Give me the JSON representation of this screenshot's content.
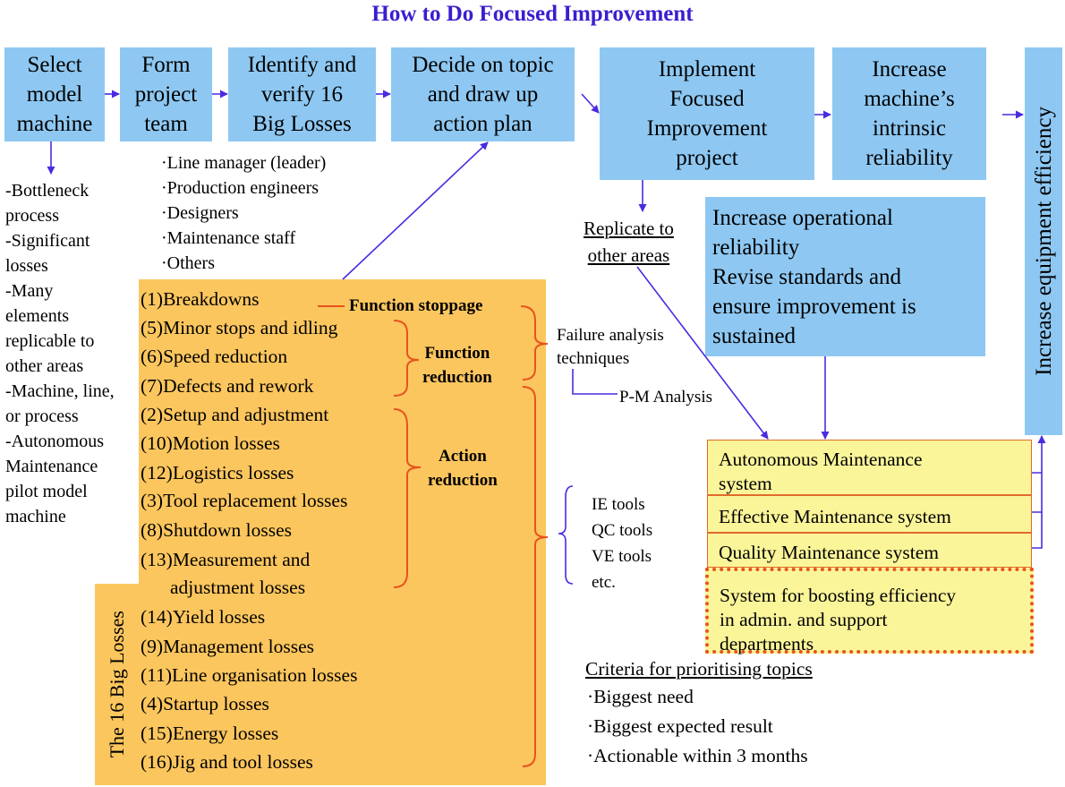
{
  "title": "How to Do Focused Improvement",
  "steps": [
    {
      "label": "Select\nmodel\nmachine"
    },
    {
      "label": "Form\nproject\nteam"
    },
    {
      "label": "Identify and\nverify 16\nBig Losses"
    },
    {
      "label": "Decide on topic\nand draw up\naction plan"
    },
    {
      "label": "Implement\nFocused\nImprovement\nproject"
    },
    {
      "label": "Increase\nmachine’s\nintrinsic\nreliability"
    }
  ],
  "goal_label": "Increase equipment efficiency",
  "operational_box": "Increase operational\nreliability\nRevise standards and\nensure improvement is\nsustained",
  "model_machine_criteria": "-Bottleneck\n process\n-Significant\n losses\n-Many\n elements\n replicable to\n other areas\n-Machine, line,\n or process\n-Autonomous\n Maintenance\n pilot model\n machine",
  "team_members": "·Line manager (leader)\n·Production engineers\n·Designers\n·Maintenance staff\n·Others",
  "replicate_label": "Replicate to\nother areas",
  "losses_panel_title": "The 16 Big Losses",
  "losses": [
    "(1)Breakdowns",
    "(5)Minor stops and idling",
    "(6)Speed reduction",
    "(7)Defects and rework",
    "(2)Setup and adjustment",
    "(10)Motion losses",
    "(12)Logistics losses",
    "(3)Tool replacement losses",
    "(8)Shutdown losses",
    "(13)Measurement and",
    "adjustment losses",
    "(14)Yield losses",
    "(9)Management losses",
    "(11)Line organisation losses",
    "(4)Startup losses",
    "(15)Energy losses",
    "(16)Jig and tool losses"
  ],
  "groups": {
    "stoppage": "Function stoppage",
    "reduction": "Function\nreduction",
    "action": "Action\nreduction"
  },
  "failure_techniques": "Failure analysis\ntechniques",
  "pm_analysis": "P-M Analysis",
  "tools": "IE tools\nQC tools\nVE tools\netc.",
  "systems": [
    "Autonomous Maintenance\nsystem",
    "Effective Maintenance system",
    "Quality Maintenance system"
  ],
  "admin_system": "System for boosting efficiency\nin admin. and support\ndepartments",
  "criteria_title": "Criteria for prioritising topics",
  "criteria": [
    "·Biggest need",
    "·Biggest expected result",
    "·Actionable within 3 months"
  ],
  "colors": {
    "title": "#3a1ecf",
    "box_blue": "#8ec8f2",
    "panel_orange": "#fcc65e",
    "bracket": "#e8531d",
    "arrow": "#4a2be0",
    "system_yellow": "#fbf59a"
  }
}
